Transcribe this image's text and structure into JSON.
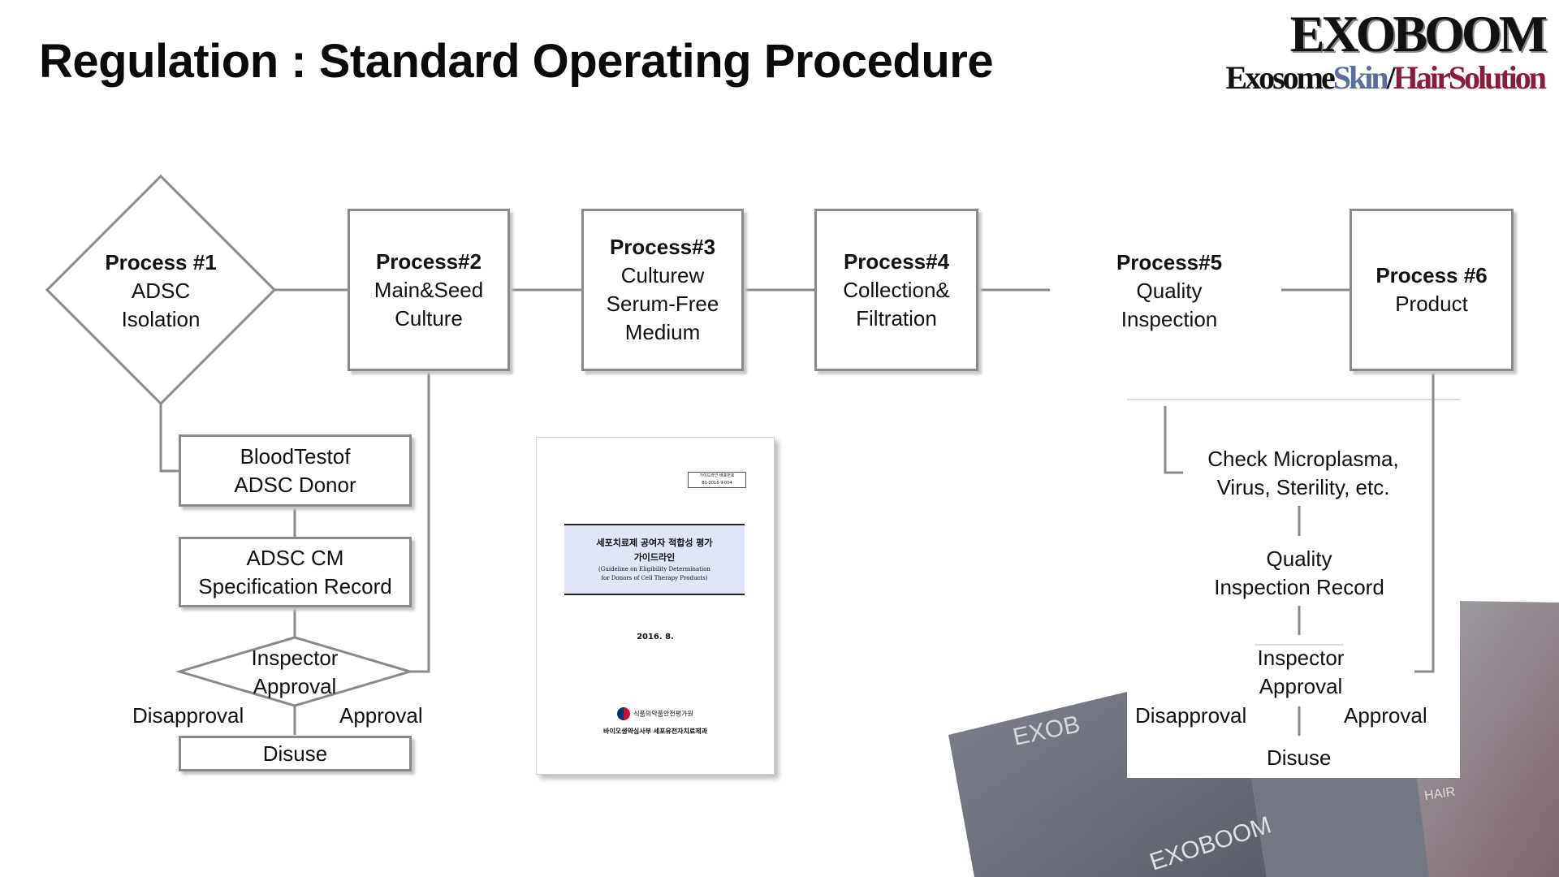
{
  "title": "Regulation : Standard Operating Procedure",
  "logo": {
    "main": "EXOBOOM",
    "sub_a": "Exosome",
    "sub_b": "Skin",
    "sep": "/",
    "sub_c": "HairSolution"
  },
  "process1": {
    "line1": "Process #1",
    "line2": "ADSC",
    "line3": "Isolation"
  },
  "process2": {
    "line1": "Process#2",
    "line2": "Main&Seed",
    "line3": "Culture"
  },
  "process3": {
    "line1": "Process#3",
    "line2": "Culturew",
    "line3": "Serum-Free",
    "line4": "Medium"
  },
  "process4": {
    "line1": "Process#4",
    "line2": "Collection&",
    "line3": "Filtration"
  },
  "process5": {
    "line1": "Process#5",
    "line2": "Quality",
    "line3": "Inspection"
  },
  "process6": {
    "line1": "Process #6",
    "line2": "Product"
  },
  "left_flow": {
    "blood_line1": "BloodTestof",
    "blood_line2": "ADSC Donor",
    "spec_line1": "ADSC CM",
    "spec_line2": "Specification Record",
    "inspector_line1": "Inspector",
    "inspector_line2": "Approval",
    "disapproval": "Disapproval",
    "approval": "Approval",
    "disuse": "Disuse"
  },
  "right_flow": {
    "check_line1": "Check Microplasma,",
    "check_line2": "Virus, Sterility, etc.",
    "record_line1": "Quality",
    "record_line2": "Inspection Record",
    "inspector_line1": "Inspector",
    "inspector_line2": "Approval",
    "disapproval": "Disapproval",
    "approval": "Approval",
    "disuse": "Disuse"
  },
  "guideline_doc": {
    "code_line1": "가이드라인 배포번호",
    "code_line2": "B1-2016-9-004",
    "title_ko_1": "세포치료제 공여자 적합성 평가",
    "title_ko_2": "가이드라인",
    "title_en_1": "(Guideline on Eligibility Determination",
    "title_en_2": "for Donors of Cell Therapy Products)",
    "date": "2016. 8.",
    "org": "식품의약품안전평가원",
    "dept": "바이오생약심사부 세포유전자치료제과"
  },
  "colors": {
    "box_border": "#8a8a8a",
    "arrow": "#8a8a8a",
    "doc_title_bg": "#dfe6f7"
  }
}
